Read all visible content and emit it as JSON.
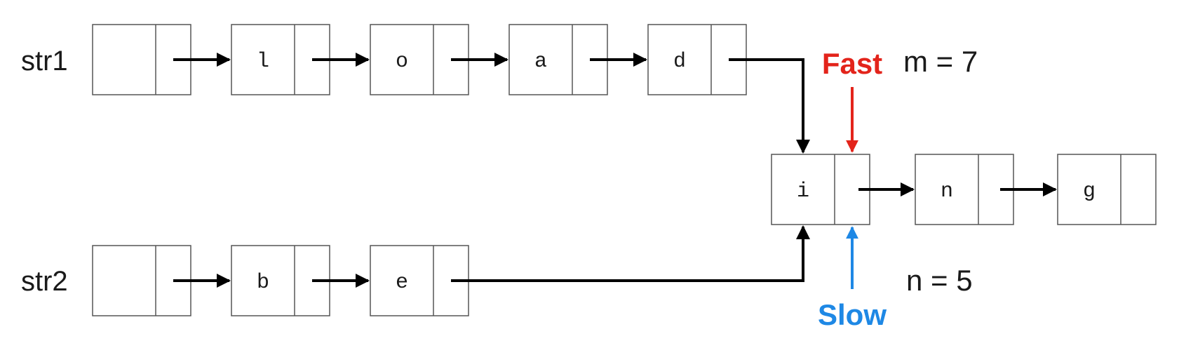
{
  "lists": {
    "str1": {
      "label": "str1",
      "nodes": [
        "",
        "l",
        "o",
        "a",
        "d"
      ]
    },
    "str2": {
      "label": "str2",
      "nodes": [
        "",
        "b",
        "e"
      ]
    },
    "shared": {
      "nodes": [
        "i",
        "n",
        "g"
      ]
    }
  },
  "pointers": {
    "fast": {
      "label": "Fast",
      "color": "#e3241b"
    },
    "slow": {
      "label": "Slow",
      "color": "#1e88e5"
    }
  },
  "lengths": {
    "m": "m = 7",
    "n": "n = 5"
  },
  "colors": {
    "line": "#000000",
    "box": "#555555"
  }
}
